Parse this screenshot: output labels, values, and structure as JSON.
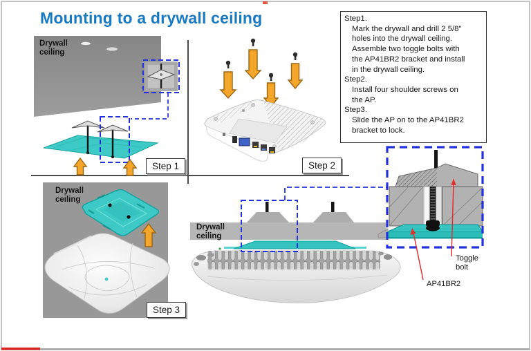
{
  "page": {
    "title": "Mounting to a drywall ceiling"
  },
  "colors": {
    "title_blue": "#1779c2",
    "teal": "#3dc9c5",
    "orange": "#f4a62a",
    "dashed_blue": "#2230dd",
    "drywall_gray": "#8f8f8f",
    "red": "#dd2222"
  },
  "panels": {
    "step1": {
      "ceiling_label": "Drywall ceiling",
      "badge": "Step 1"
    },
    "step2": {
      "badge": "Step 2"
    },
    "step3": {
      "ceiling_label": "Drywall ceiling",
      "badge": "Step 3"
    },
    "sideview": {
      "ceiling_label": "Drywall ceiling"
    }
  },
  "detail": {
    "toggle_bolt_label": "Toggle bolt",
    "bracket_label": "AP41BR2"
  },
  "instructions": {
    "lines": [
      {
        "text": "Step1.",
        "indent": false
      },
      {
        "text": "Mark the drywall and drill 2 5/8\"",
        "indent": true
      },
      {
        "text": "holes into the drywall ceiling.",
        "indent": true
      },
      {
        "text": "Assemble two toggle bolts with",
        "indent": true
      },
      {
        "text": "the AP41BR2 bracket and install",
        "indent": true
      },
      {
        "text": "in the drywall ceiling.",
        "indent": true
      },
      {
        "text": "Step2.",
        "indent": false
      },
      {
        "text": "Install four shoulder screws on",
        "indent": true
      },
      {
        "text": "the AP.",
        "indent": true
      },
      {
        "text": "Step3.",
        "indent": false
      },
      {
        "text": "Slide the AP on to the AP41BR2",
        "indent": true
      },
      {
        "text": "bracket to lock.",
        "indent": true
      }
    ]
  }
}
